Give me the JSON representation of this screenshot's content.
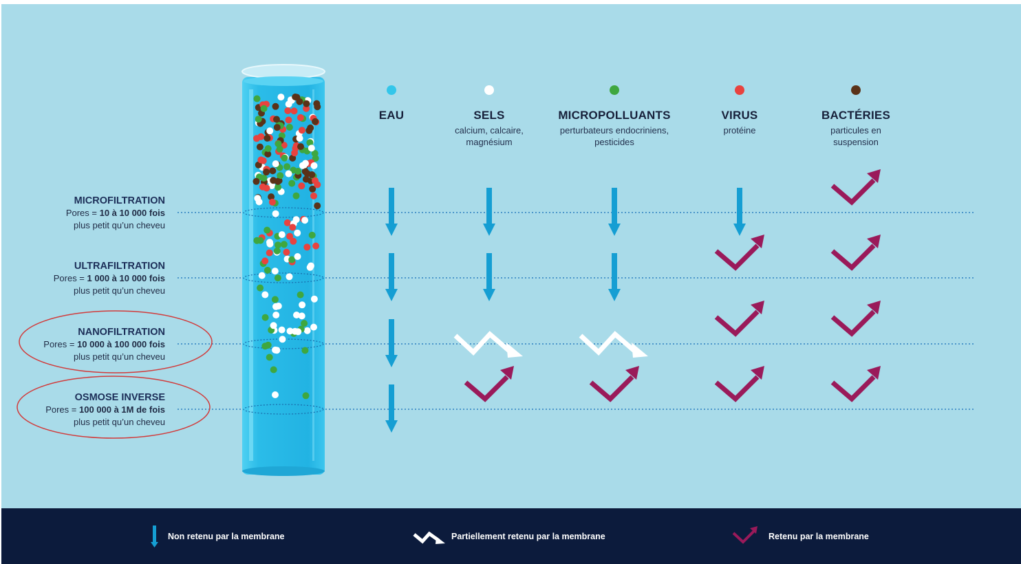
{
  "columns": [
    {
      "id": "eau",
      "title": "EAU",
      "subtitle": "",
      "dot_color": "#33c6ea"
    },
    {
      "id": "sels",
      "title": "SELS",
      "subtitle": "calcium, calcaire,\nmagnésium",
      "dot_color": "#ffffff"
    },
    {
      "id": "micropolluants",
      "title": "MICROPOLLUANTS",
      "subtitle": "perturbateurs endocriniens,\npesticides",
      "dot_color": "#3fa73f"
    },
    {
      "id": "virus",
      "title": "VIRUS",
      "subtitle": "protéine",
      "dot_color": "#e8433f"
    },
    {
      "id": "bacteries",
      "title": "BACTÉRIES",
      "subtitle": "particules en\nsuspension",
      "dot_color": "#5a3218"
    }
  ],
  "rows": [
    {
      "id": "microfiltration",
      "title": "MICROFILTRATION",
      "pores_prefix": "Pores = ",
      "pores_value": "10 à 10 000 fois",
      "note": "plus petit qu’un cheveu",
      "circled": false
    },
    {
      "id": "ultrafiltration",
      "title": "ULTRAFILTRATION",
      "pores_prefix": "Pores = ",
      "pores_value": "1 000 à 10 000 fois",
      "note": "plus petit qu’un cheveu",
      "circled": false
    },
    {
      "id": "nanofiltration",
      "title": "NANOFILTRATION",
      "pores_prefix": "Pores = ",
      "pores_value": "10 000 à 100 000 fois",
      "note": "plus petit qu’un cheveu",
      "circled": true
    },
    {
      "id": "osmose",
      "title": "OSMOSE INVERSE",
      "pores_prefix": "Pores = ",
      "pores_value": "100 000 à 1M de fois",
      "note": "plus petit qu’un cheveu",
      "circled": true
    }
  ],
  "matrix": [
    [
      "non_retenu",
      "non_retenu",
      "non_retenu",
      "non_retenu",
      "retenu"
    ],
    [
      "non_retenu",
      "non_retenu",
      "non_retenu",
      "retenu",
      "retenu"
    ],
    [
      "non_retenu",
      "partiel",
      "partiel",
      "retenu",
      "retenu"
    ],
    [
      "non_retenu",
      "retenu",
      "retenu",
      "retenu",
      "retenu"
    ]
  ],
  "legend": {
    "non_retenu": "Non retenu par la membrane",
    "partiel": "Partiellement retenu par la membrane",
    "retenu": "Retenu par la membrane"
  },
  "colors": {
    "background": "#a9dbe9",
    "footer": "#0c1b3c",
    "arrow_blue": "#159ed3",
    "check": "#9a1a5a",
    "circle": "#d23a3a",
    "dotted_line": "#2c7fc0",
    "tube_water": "#2bbce8"
  },
  "icons": {
    "non_retenu": "down-arrow-icon",
    "partiel": "zigzag-arrow-icon",
    "retenu": "checkmark-icon"
  }
}
